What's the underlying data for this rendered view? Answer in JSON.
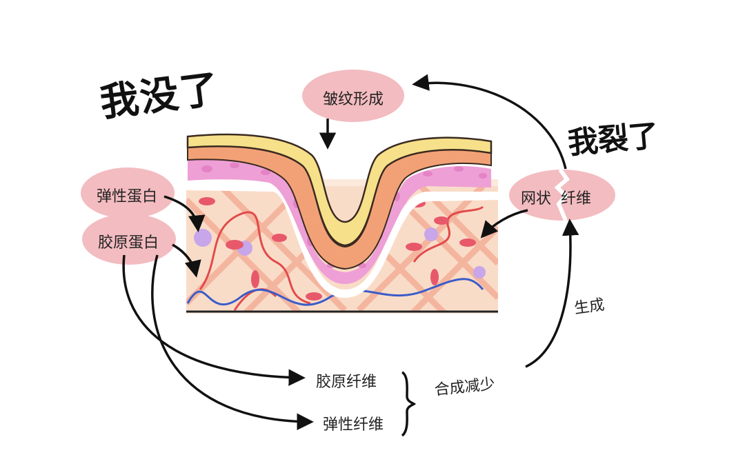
{
  "headline_left": "我没了",
  "headline_right": "我裂了",
  "bubbles": {
    "wrinkle": "皱纹形成",
    "elastin": "弹性蛋白",
    "collagen": "胶原蛋白",
    "reticular_fiber": "网状  纤维"
  },
  "labels": {
    "collagen_fiber": "胶原纤维",
    "elastic_fiber": "弹性纤维",
    "synthesis_decrease": "合成减少",
    "generate": "生成"
  },
  "colors": {
    "bubble_pink": "#f3bcc0",
    "epidermis_yellow": "#f6e08a",
    "epidermis_orange": "#f2a176",
    "dermis_pink": "#ee9fd6",
    "tissue_peach": "#f9dcc8",
    "fiber_red": "#e24a4a",
    "fiber_blue": "#3a5cc9",
    "arrow_black": "#111111"
  }
}
